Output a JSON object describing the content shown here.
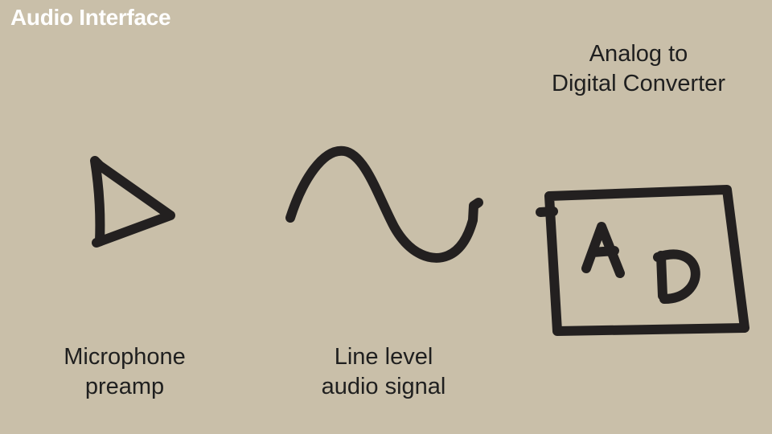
{
  "title": "Audio Interface",
  "nodes": {
    "preamp": {
      "line1": "Microphone",
      "line2": "preamp"
    },
    "line_signal": {
      "line1": "Line level",
      "line2": "audio signal"
    },
    "adc": {
      "line1": "Analog to",
      "line2": "Digital Converter",
      "letter_a": "A",
      "letter_d": "D"
    }
  },
  "colors": {
    "background": "#c9bfa9",
    "ink": "#232020",
    "title": "#ffffff"
  },
  "icons": {
    "preamp": "amplifier-triangle-icon",
    "line_signal": "sine-wave-icon",
    "adc": "ad-converter-box-icon"
  }
}
